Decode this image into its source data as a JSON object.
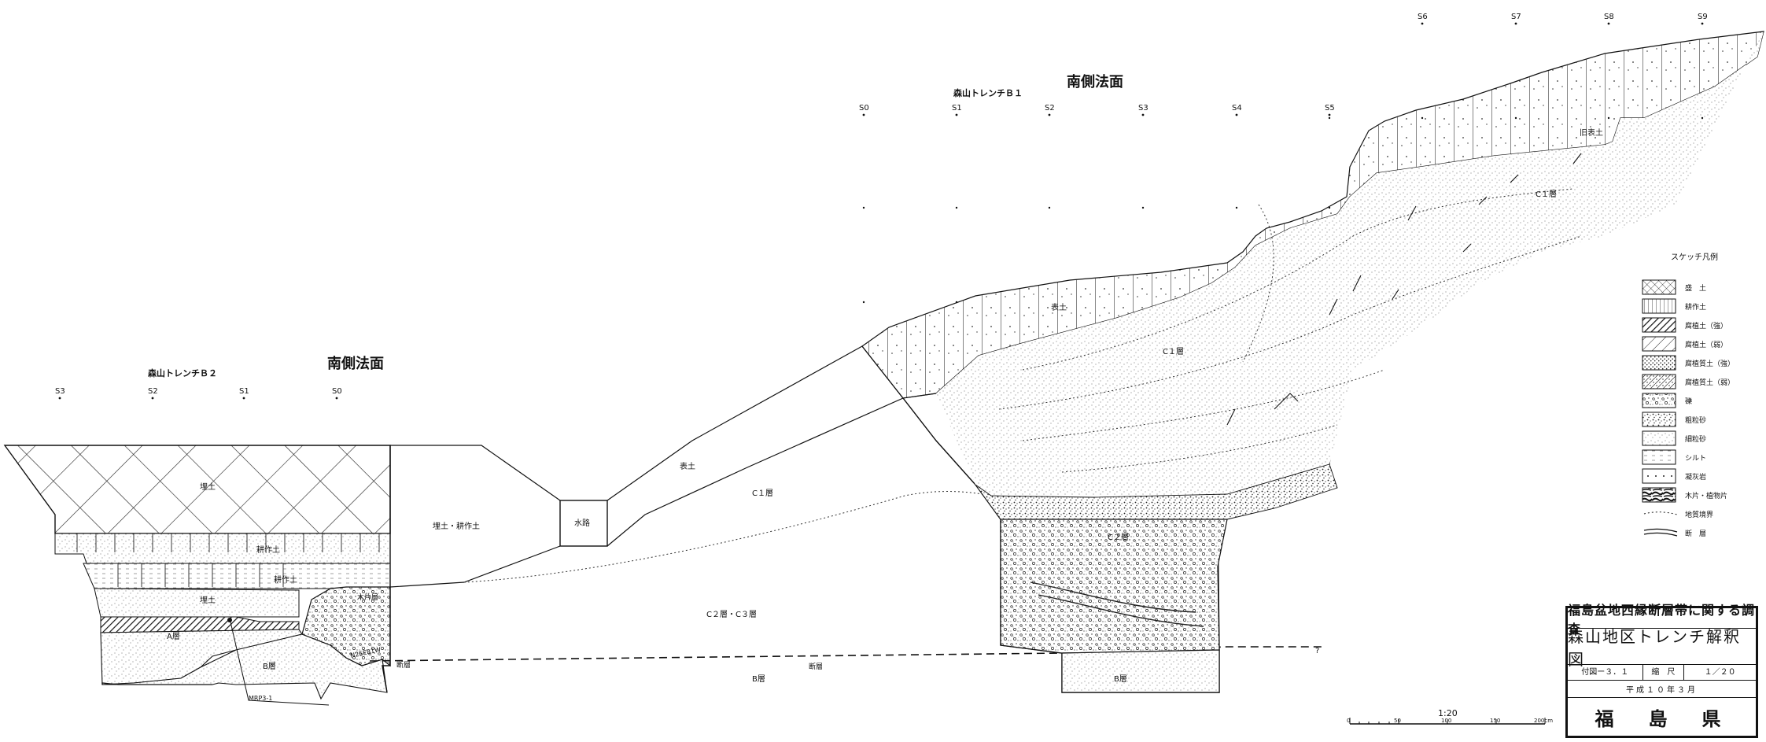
{
  "trench_b1": {
    "heading": "南側法面",
    "name": "森山トレンチＢ１",
    "stations": [
      {
        "label": "S0"
      },
      {
        "label": "S1"
      },
      {
        "label": "S2"
      },
      {
        "label": "S3"
      },
      {
        "label": "S4"
      },
      {
        "label": "S5"
      },
      {
        "label": "S6"
      },
      {
        "label": "S7"
      },
      {
        "label": "S8"
      },
      {
        "label": "S9"
      }
    ]
  },
  "trench_b2": {
    "heading": "南側法面",
    "name": "森山トレンチＢ２",
    "stations": [
      {
        "label": "S3"
      },
      {
        "label": "S2"
      },
      {
        "label": "S1"
      },
      {
        "label": "S0"
      }
    ]
  },
  "layers": {
    "fill_top": "埋土",
    "fill_lower": "埋土",
    "tilled_1": "耕作土",
    "tilled_2": "耕作土",
    "layer_a": "A層",
    "layer_b_left": "B層",
    "debris": "木片層",
    "fault_id": "N25E81W",
    "fill_tilled": "埋土・耕作土",
    "waterway": "水路",
    "topsoil_slope": "表土",
    "c1_slope": "C１層",
    "c2c3": "C２層・C３層",
    "b_center": "B層",
    "topsoil_upper": "表土",
    "old_topsoil": "旧表土",
    "c1_upper_a": "C１層",
    "c1_upper_b": "C１層",
    "c2_pit": "C２層",
    "b_pit": "B層",
    "fault_1": "断層",
    "fault_2": "断層",
    "query": "?",
    "sample": "MRP3-1"
  },
  "legend": {
    "title": "スケッチ凡例",
    "items": [
      {
        "pattern": "cross",
        "label": "盛　土"
      },
      {
        "pattern": "vertical",
        "label": "耕作土"
      },
      {
        "pattern": "hatch-dense",
        "label": "腐植土（強）"
      },
      {
        "pattern": "hatch-sparse",
        "label": "腐植土（弱）"
      },
      {
        "pattern": "dots-dense",
        "label": "腐植質土（強）"
      },
      {
        "pattern": "dots-hatch",
        "label": "腐植質土（弱）"
      },
      {
        "pattern": "gravel",
        "label": "礫"
      },
      {
        "pattern": "coarse-sand",
        "label": "粗粒砂"
      },
      {
        "pattern": "fine-sand",
        "label": "細粒砂"
      },
      {
        "pattern": "silt",
        "label": "シルト"
      },
      {
        "pattern": "tuff",
        "label": "凝灰岩"
      },
      {
        "pattern": "wood",
        "label": "木片・植物片"
      },
      {
        "pattern": "boundary-line",
        "label": "地質境界"
      },
      {
        "pattern": "fault-line",
        "label": "断　層"
      }
    ]
  },
  "scale_bar": {
    "ratio": "1:20",
    "ticks": [
      {
        "label": "0"
      },
      {
        "label": "50"
      },
      {
        "label": "100"
      },
      {
        "label": "150"
      },
      {
        "label": "200cm"
      }
    ]
  },
  "title_block": {
    "project": "福島盆地西縁断層帯に関する調査",
    "drawing_title": "森山地区トレンチ解釈図",
    "figure_no": "付図ー３．１",
    "scale_label": "縮　尺",
    "scale_value": "１／２０",
    "date": "平成１０年３月",
    "prefecture": "福　島　県"
  }
}
